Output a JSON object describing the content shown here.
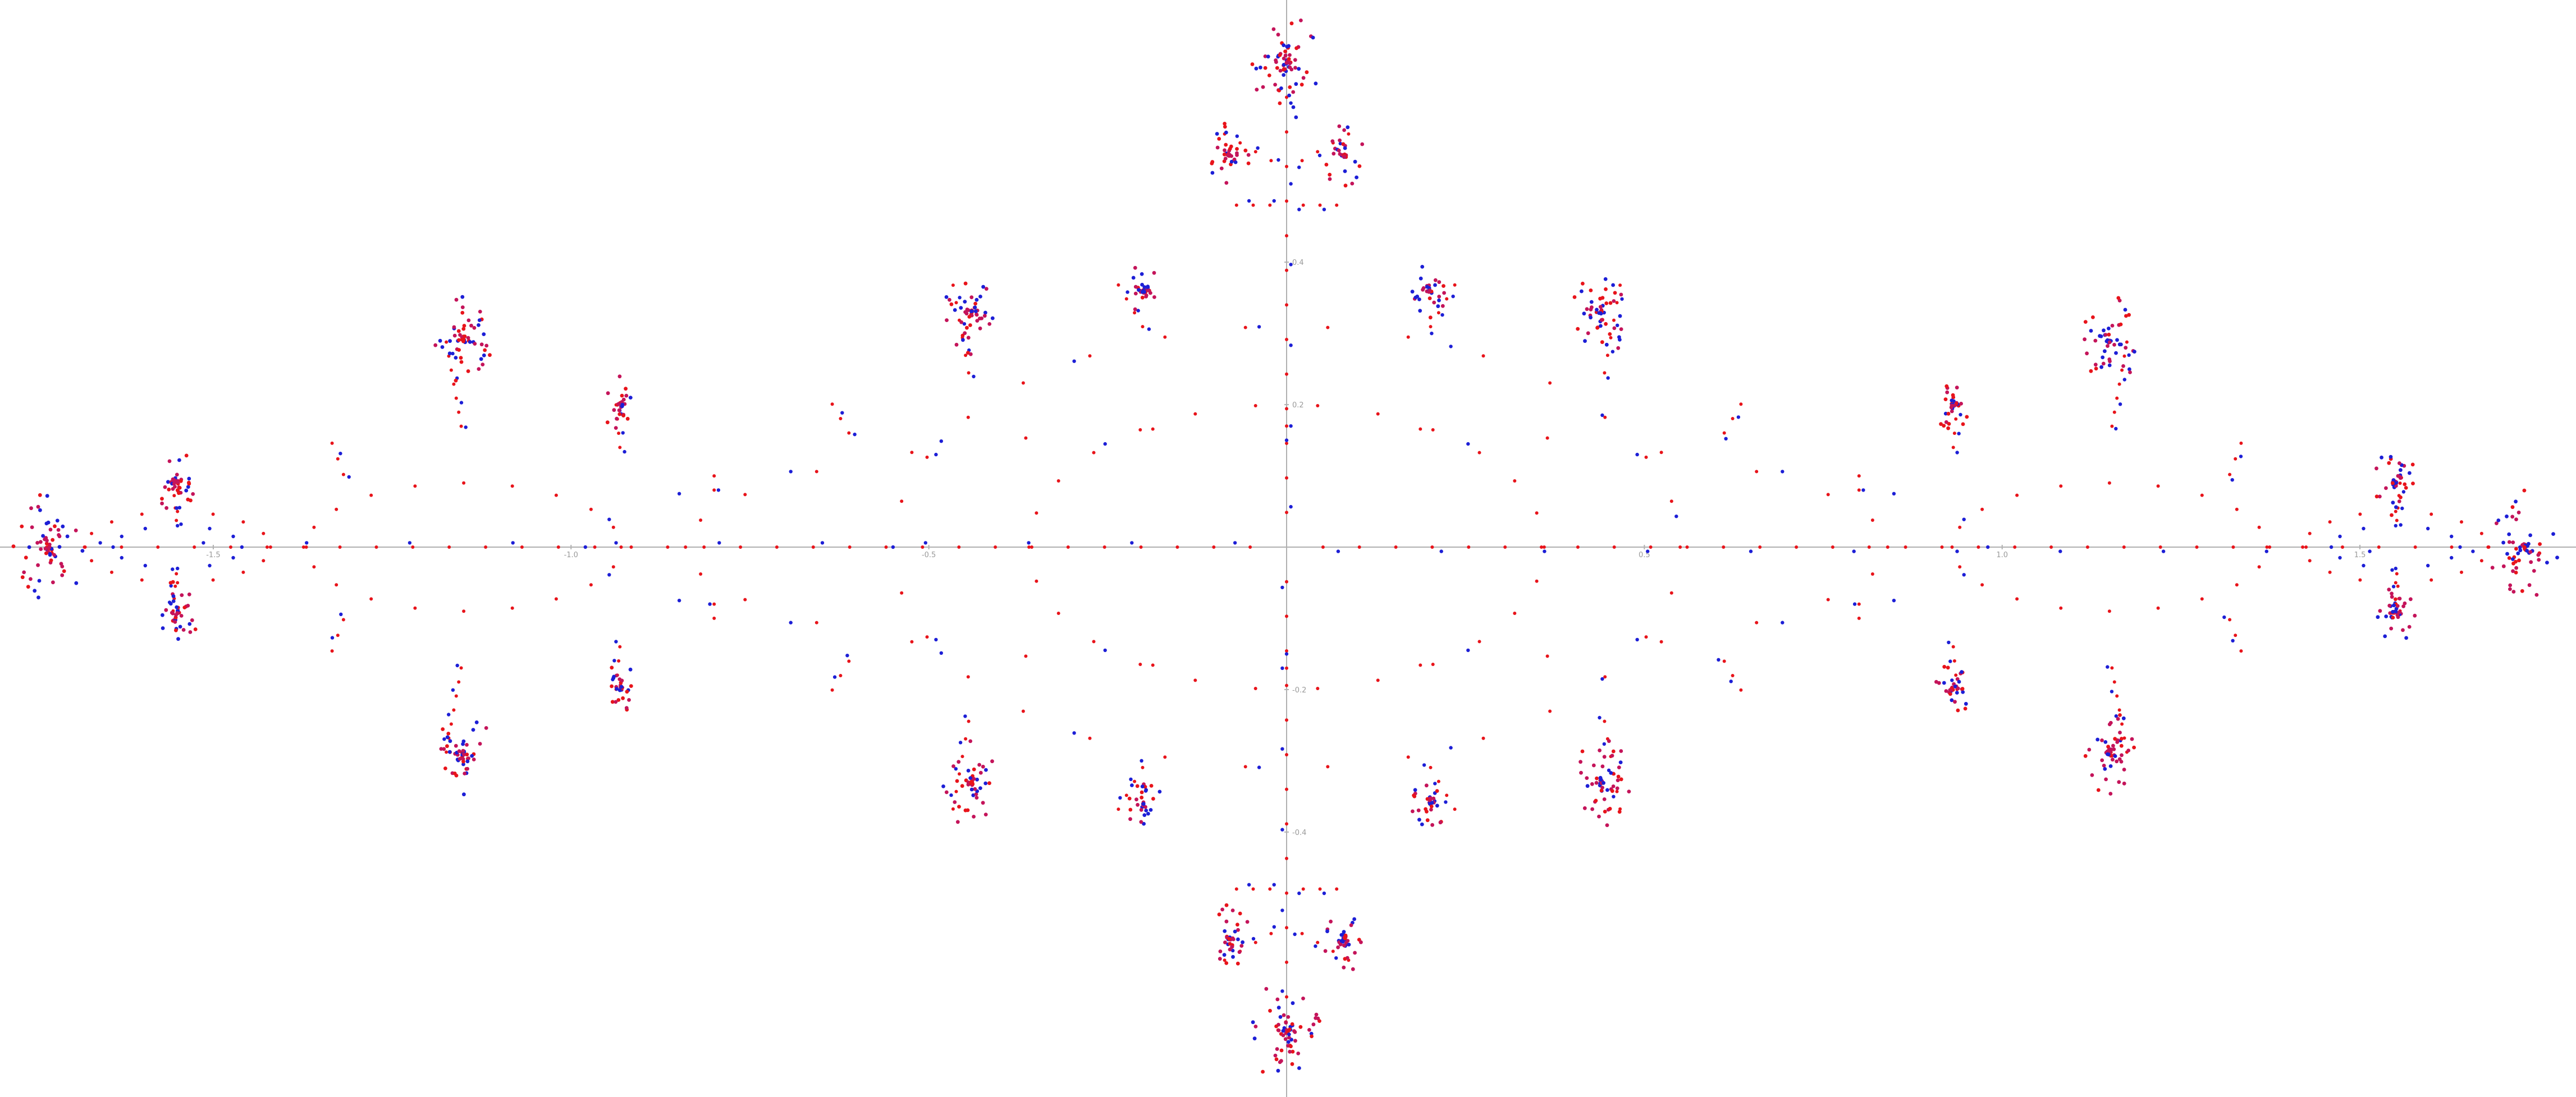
{
  "chart_data": {
    "type": "scatter",
    "title": "",
    "xlabel": "",
    "ylabel": "",
    "xlim": [
      -1.8,
      1.8
    ],
    "ylim": [
      -0.77,
      0.77
    ],
    "grid": false,
    "legend": "none",
    "x_ticks": [
      {
        "value": -1.5,
        "label": "-1.5"
      },
      {
        "value": -1.0,
        "label": "-1.0"
      },
      {
        "value": -0.5,
        "label": "-0.5"
      },
      {
        "value": 0.5,
        "label": "0.5"
      },
      {
        "value": 1.0,
        "label": "1.0"
      },
      {
        "value": 1.5,
        "label": "1.5"
      }
    ],
    "y_ticks": [
      {
        "value": 0.4,
        "label": "0.4"
      },
      {
        "value": 0.2,
        "label": "0.2"
      },
      {
        "value": -0.2,
        "label": "-0.2"
      },
      {
        "value": -0.4,
        "label": "-0.4"
      }
    ],
    "colors": {
      "series_a": "#e8141b",
      "series_b": "#1d1fd6",
      "overlap": "#c4145a",
      "axis": "#b0b0b0"
    },
    "branches": [
      {
        "x": 0.0,
        "y": 0.0,
        "len": 0.68,
        "deg": 90,
        "red": 14,
        "blue": 6
      },
      {
        "x": 0.0,
        "y": 0.0,
        "len": 0.68,
        "deg": 270,
        "red": 14,
        "blue": 6
      },
      {
        "x": 0.0,
        "y": 0.0,
        "len": 1.73,
        "deg": 0,
        "red": 34,
        "blue": 12
      },
      {
        "x": 0.0,
        "y": 0.0,
        "len": 1.73,
        "deg": 180,
        "red": 34,
        "blue": 12
      },
      {
        "x": 0.0,
        "y": 0.53,
        "len": 0.1,
        "deg": 30,
        "red": 4,
        "blue": 3
      },
      {
        "x": 0.0,
        "y": 0.53,
        "len": 0.1,
        "deg": 150,
        "red": 4,
        "blue": 3
      },
      {
        "x": 0.0,
        "y": -0.53,
        "len": 0.1,
        "deg": 330,
        "red": 4,
        "blue": 3
      },
      {
        "x": 0.0,
        "y": -0.53,
        "len": 0.1,
        "deg": 210,
        "red": 4,
        "blue": 3
      },
      {
        "x": 0.0,
        "y": 0.48,
        "len": 0.07,
        "deg": 0,
        "red": 3,
        "blue": 2
      },
      {
        "x": 0.0,
        "y": 0.48,
        "len": 0.07,
        "deg": 180,
        "red": 3,
        "blue": 2
      },
      {
        "x": 0.0,
        "y": -0.48,
        "len": 0.07,
        "deg": 0,
        "red": 3,
        "blue": 2
      },
      {
        "x": 0.0,
        "y": -0.48,
        "len": 0.07,
        "deg": 180,
        "red": 3,
        "blue": 2
      },
      {
        "x": -0.19,
        "y": 0.29,
        "len": 0.09,
        "deg": 120,
        "red": 4,
        "blue": 3
      },
      {
        "x": 0.19,
        "y": 0.29,
        "len": 0.09,
        "deg": 60,
        "red": 4,
        "blue": 3
      },
      {
        "x": -0.19,
        "y": -0.29,
        "len": 0.09,
        "deg": 240,
        "red": 4,
        "blue": 3
      },
      {
        "x": 0.19,
        "y": -0.29,
        "len": 0.09,
        "deg": 300,
        "red": 4,
        "blue": 3
      },
      {
        "x": -0.44,
        "y": 0.22,
        "len": 0.15,
        "deg": 100,
        "red": 6,
        "blue": 4
      },
      {
        "x": 0.44,
        "y": 0.22,
        "len": 0.15,
        "deg": 80,
        "red": 6,
        "blue": 4
      },
      {
        "x": -0.44,
        "y": -0.22,
        "len": 0.15,
        "deg": 260,
        "red": 6,
        "blue": 4
      },
      {
        "x": 0.44,
        "y": -0.22,
        "len": 0.15,
        "deg": 280,
        "red": 6,
        "blue": 4
      },
      {
        "x": -0.6,
        "y": 0.14,
        "len": 0.07,
        "deg": 120,
        "red": 3,
        "blue": 2
      },
      {
        "x": 0.6,
        "y": 0.14,
        "len": 0.07,
        "deg": 60,
        "red": 3,
        "blue": 2
      },
      {
        "x": -0.6,
        "y": -0.14,
        "len": 0.07,
        "deg": 240,
        "red": 3,
        "blue": 2
      },
      {
        "x": 0.6,
        "y": -0.14,
        "len": 0.07,
        "deg": 300,
        "red": 3,
        "blue": 2
      },
      {
        "x": -0.93,
        "y": 0.12,
        "len": 0.08,
        "deg": 95,
        "red": 4,
        "blue": 3
      },
      {
        "x": 0.93,
        "y": 0.12,
        "len": 0.08,
        "deg": 85,
        "red": 4,
        "blue": 3
      },
      {
        "x": -0.93,
        "y": -0.12,
        "len": 0.08,
        "deg": 265,
        "red": 4,
        "blue": 3
      },
      {
        "x": 0.93,
        "y": -0.12,
        "len": 0.08,
        "deg": 275,
        "red": 4,
        "blue": 3
      },
      {
        "x": -1.15,
        "y": 0.15,
        "len": 0.14,
        "deg": 100,
        "red": 7,
        "blue": 4
      },
      {
        "x": 1.15,
        "y": 0.15,
        "len": 0.14,
        "deg": 80,
        "red": 7,
        "blue": 4
      },
      {
        "x": -1.15,
        "y": -0.15,
        "len": 0.14,
        "deg": 260,
        "red": 7,
        "blue": 4
      },
      {
        "x": 1.15,
        "y": -0.15,
        "len": 0.14,
        "deg": 280,
        "red": 7,
        "blue": 4
      },
      {
        "x": -1.31,
        "y": 0.08,
        "len": 0.07,
        "deg": 110,
        "red": 3,
        "blue": 2
      },
      {
        "x": 1.31,
        "y": 0.08,
        "len": 0.07,
        "deg": 70,
        "red": 3,
        "blue": 2
      },
      {
        "x": -1.31,
        "y": -0.08,
        "len": 0.07,
        "deg": 250,
        "red": 3,
        "blue": 2
      },
      {
        "x": 1.31,
        "y": -0.08,
        "len": 0.07,
        "deg": 290,
        "red": 3,
        "blue": 2
      },
      {
        "x": -1.55,
        "y": 0.02,
        "len": 0.07,
        "deg": 95,
        "red": 4,
        "blue": 3
      },
      {
        "x": 1.55,
        "y": 0.02,
        "len": 0.07,
        "deg": 85,
        "red": 4,
        "blue": 3
      },
      {
        "x": -1.55,
        "y": -0.02,
        "len": 0.07,
        "deg": 265,
        "red": 4,
        "blue": 3
      },
      {
        "x": 1.55,
        "y": -0.02,
        "len": 0.07,
        "deg": 275,
        "red": 4,
        "blue": 3
      },
      {
        "x": -0.8,
        "y": 0.06,
        "len": 0.04,
        "deg": 90,
        "red": 2,
        "blue": 1
      },
      {
        "x": 0.8,
        "y": 0.06,
        "len": 0.04,
        "deg": 90,
        "red": 2,
        "blue": 1
      },
      {
        "x": -0.8,
        "y": -0.06,
        "len": 0.04,
        "deg": 270,
        "red": 2,
        "blue": 1
      },
      {
        "x": 0.8,
        "y": -0.06,
        "len": 0.04,
        "deg": 270,
        "red": 2,
        "blue": 1
      }
    ],
    "arcs": [
      {
        "cx": 0,
        "cy": 0,
        "rx": 0.36,
        "ry": 0.2,
        "from": 0,
        "to": 360,
        "count": 26,
        "color": "red"
      },
      {
        "cx": 0,
        "cy": 0,
        "rx": 0.55,
        "ry": 0.31,
        "from": 0,
        "to": 360,
        "count": 30,
        "color": "red"
      },
      {
        "cx": 0,
        "cy": 0,
        "rx": 0.55,
        "ry": 0.31,
        "from": 8,
        "to": 352,
        "count": 12,
        "color": "blue"
      },
      {
        "cx": 0,
        "cy": 0,
        "rx": 0.84,
        "ry": 0.17,
        "from": 0,
        "to": 360,
        "count": 28,
        "color": "red"
      },
      {
        "cx": 0,
        "cy": 0,
        "rx": 0.98,
        "ry": 0.15,
        "from": 0,
        "to": 360,
        "count": 24,
        "color": "blue"
      },
      {
        "cx": -1.15,
        "cy": 0,
        "rx": 0.22,
        "ry": 0.09,
        "from": 0,
        "to": 360,
        "count": 20,
        "color": "red"
      },
      {
        "cx": 1.15,
        "cy": 0,
        "rx": 0.22,
        "ry": 0.09,
        "from": 0,
        "to": 360,
        "count": 20,
        "color": "red"
      },
      {
        "cx": -1.55,
        "cy": 0,
        "rx": 0.13,
        "ry": 0.05,
        "from": 0,
        "to": 360,
        "count": 16,
        "color": "red"
      },
      {
        "cx": 1.55,
        "cy": 0,
        "rx": 0.13,
        "ry": 0.05,
        "from": 0,
        "to": 360,
        "count": 16,
        "color": "red"
      },
      {
        "cx": -1.55,
        "cy": 0,
        "rx": 0.09,
        "ry": 0.03,
        "from": 0,
        "to": 360,
        "count": 12,
        "color": "blue"
      },
      {
        "cx": 1.55,
        "cy": 0,
        "rx": 0.09,
        "ry": 0.03,
        "from": 0,
        "to": 360,
        "count": 12,
        "color": "blue"
      }
    ],
    "tips": [
      {
        "x": 0.0,
        "y": 0.68,
        "size": 1.0
      },
      {
        "x": 0.0,
        "y": -0.68,
        "size": 1.0
      },
      {
        "x": -1.73,
        "y": 0.0,
        "size": 1.0
      },
      {
        "x": 1.73,
        "y": 0.0,
        "size": 1.0
      },
      {
        "x": -0.08,
        "y": 0.55,
        "size": 0.6
      },
      {
        "x": 0.08,
        "y": 0.55,
        "size": 0.6
      },
      {
        "x": -0.08,
        "y": -0.55,
        "size": 0.6
      },
      {
        "x": 0.08,
        "y": -0.55,
        "size": 0.6
      },
      {
        "x": -0.44,
        "y": 0.33,
        "size": 0.8
      },
      {
        "x": 0.44,
        "y": 0.33,
        "size": 0.8
      },
      {
        "x": -0.44,
        "y": -0.33,
        "size": 0.8
      },
      {
        "x": 0.44,
        "y": -0.33,
        "size": 0.8
      },
      {
        "x": -1.15,
        "y": 0.29,
        "size": 0.8
      },
      {
        "x": 1.15,
        "y": 0.29,
        "size": 0.8
      },
      {
        "x": -1.15,
        "y": -0.29,
        "size": 0.8
      },
      {
        "x": 1.15,
        "y": -0.29,
        "size": 0.8
      },
      {
        "x": -1.55,
        "y": 0.09,
        "size": 0.6
      },
      {
        "x": 1.55,
        "y": 0.09,
        "size": 0.6
      },
      {
        "x": -1.55,
        "y": -0.09,
        "size": 0.6
      },
      {
        "x": 1.55,
        "y": -0.09,
        "size": 0.6
      },
      {
        "x": -0.93,
        "y": 0.2,
        "size": 0.5
      },
      {
        "x": 0.93,
        "y": 0.2,
        "size": 0.5
      },
      {
        "x": -0.93,
        "y": -0.2,
        "size": 0.5
      },
      {
        "x": 0.93,
        "y": -0.2,
        "size": 0.5
      },
      {
        "x": -0.2,
        "y": 0.36,
        "size": 0.5
      },
      {
        "x": 0.2,
        "y": 0.36,
        "size": 0.5
      },
      {
        "x": -0.2,
        "y": -0.36,
        "size": 0.5
      },
      {
        "x": 0.2,
        "y": -0.36,
        "size": 0.5
      }
    ]
  }
}
